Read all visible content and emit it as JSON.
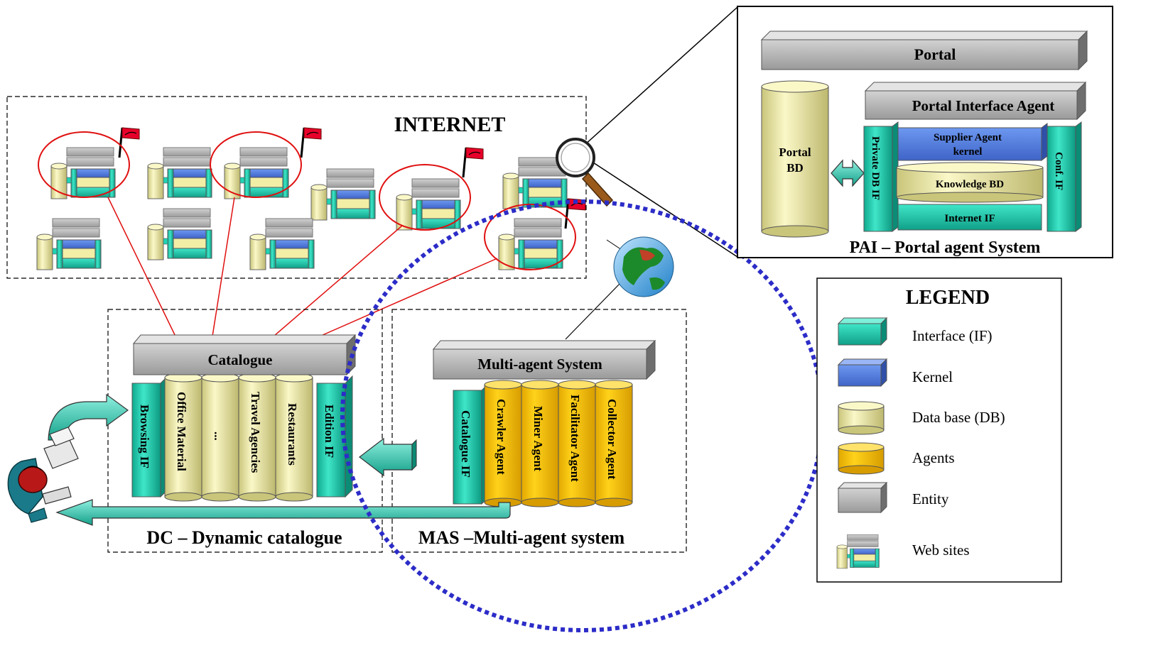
{
  "internet": {
    "title": "INTERNET"
  },
  "dc": {
    "title": "DC – Dynamic catalogue",
    "catalogue_label": "Catalogue",
    "browsing_if": "Browsing IF",
    "edition_if": "Edition IF",
    "categories": [
      "Office Material",
      "...",
      "Travel Agencies",
      "Restaurants"
    ]
  },
  "mas": {
    "title": "MAS –Multi-agent system",
    "header_label": "Multi-agent System",
    "catalogue_if": "Catalogue IF",
    "agents": [
      "Crawler Agent",
      "Miner Agent",
      "Facilitator Agent",
      "Collector Agent"
    ]
  },
  "pai": {
    "title": "PAI – Portal agent System",
    "portal_label": "Portal",
    "portal_bd": [
      "Portal",
      "BD"
    ],
    "interface_agent_label": "Portal Interface Agent",
    "private_db_if": "Private DB IF",
    "supplier_kernel": [
      "Supplier Agent",
      "kernel"
    ],
    "knowledge_bd": "Knowledge BD",
    "internet_if": "Internet IF",
    "conf_if": "Conf. IF"
  },
  "legend": {
    "title": "LEGEND",
    "items": [
      {
        "icon": "interface-icon",
        "label": "Interface (IF)"
      },
      {
        "icon": "kernel-icon",
        "label": "Kernel"
      },
      {
        "icon": "database-icon",
        "label": "Data base (DB)"
      },
      {
        "icon": "agent-icon",
        "label": "Agents"
      },
      {
        "icon": "entity-icon",
        "label": "Entity"
      },
      {
        "icon": "website-icon",
        "label": "Web sites"
      }
    ]
  },
  "colors": {
    "interface": "#1fd3b4",
    "kernel": "#4f7de0",
    "database": "#f2eea6",
    "agent": "#ffcc00",
    "entity": "#b8b8b8",
    "flag": "#e8002a",
    "selection_ring": "#e01010",
    "link_line": "#e01010",
    "dotted_ring": "#2c2cc8"
  }
}
